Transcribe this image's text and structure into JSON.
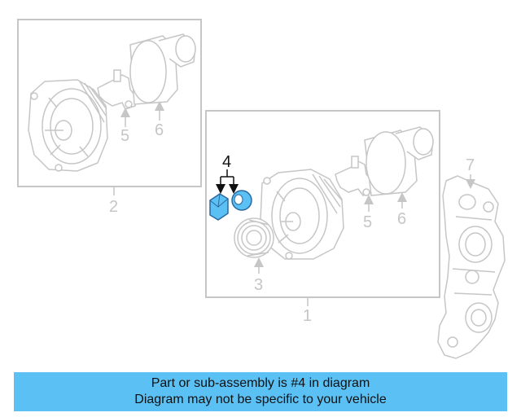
{
  "colors": {
    "line": "#c6c6c6",
    "highlight": "#5bc0f4",
    "highlight_stroke": "#2a6aa0",
    "dark": "#111111",
    "banner_bg": "#5bc0f4"
  },
  "callouts": {
    "group_top_left": "2",
    "group_main": "1",
    "pulley": "3",
    "nut_and_washer": "4",
    "regulator_left": "5",
    "cover_left": "6",
    "regulator_right": "5",
    "cover_right": "6",
    "bracket": "7"
  },
  "banner": {
    "line1": "Part or sub-assembly is #4 in diagram",
    "line2": "Diagram may not be specific to your vehicle"
  }
}
